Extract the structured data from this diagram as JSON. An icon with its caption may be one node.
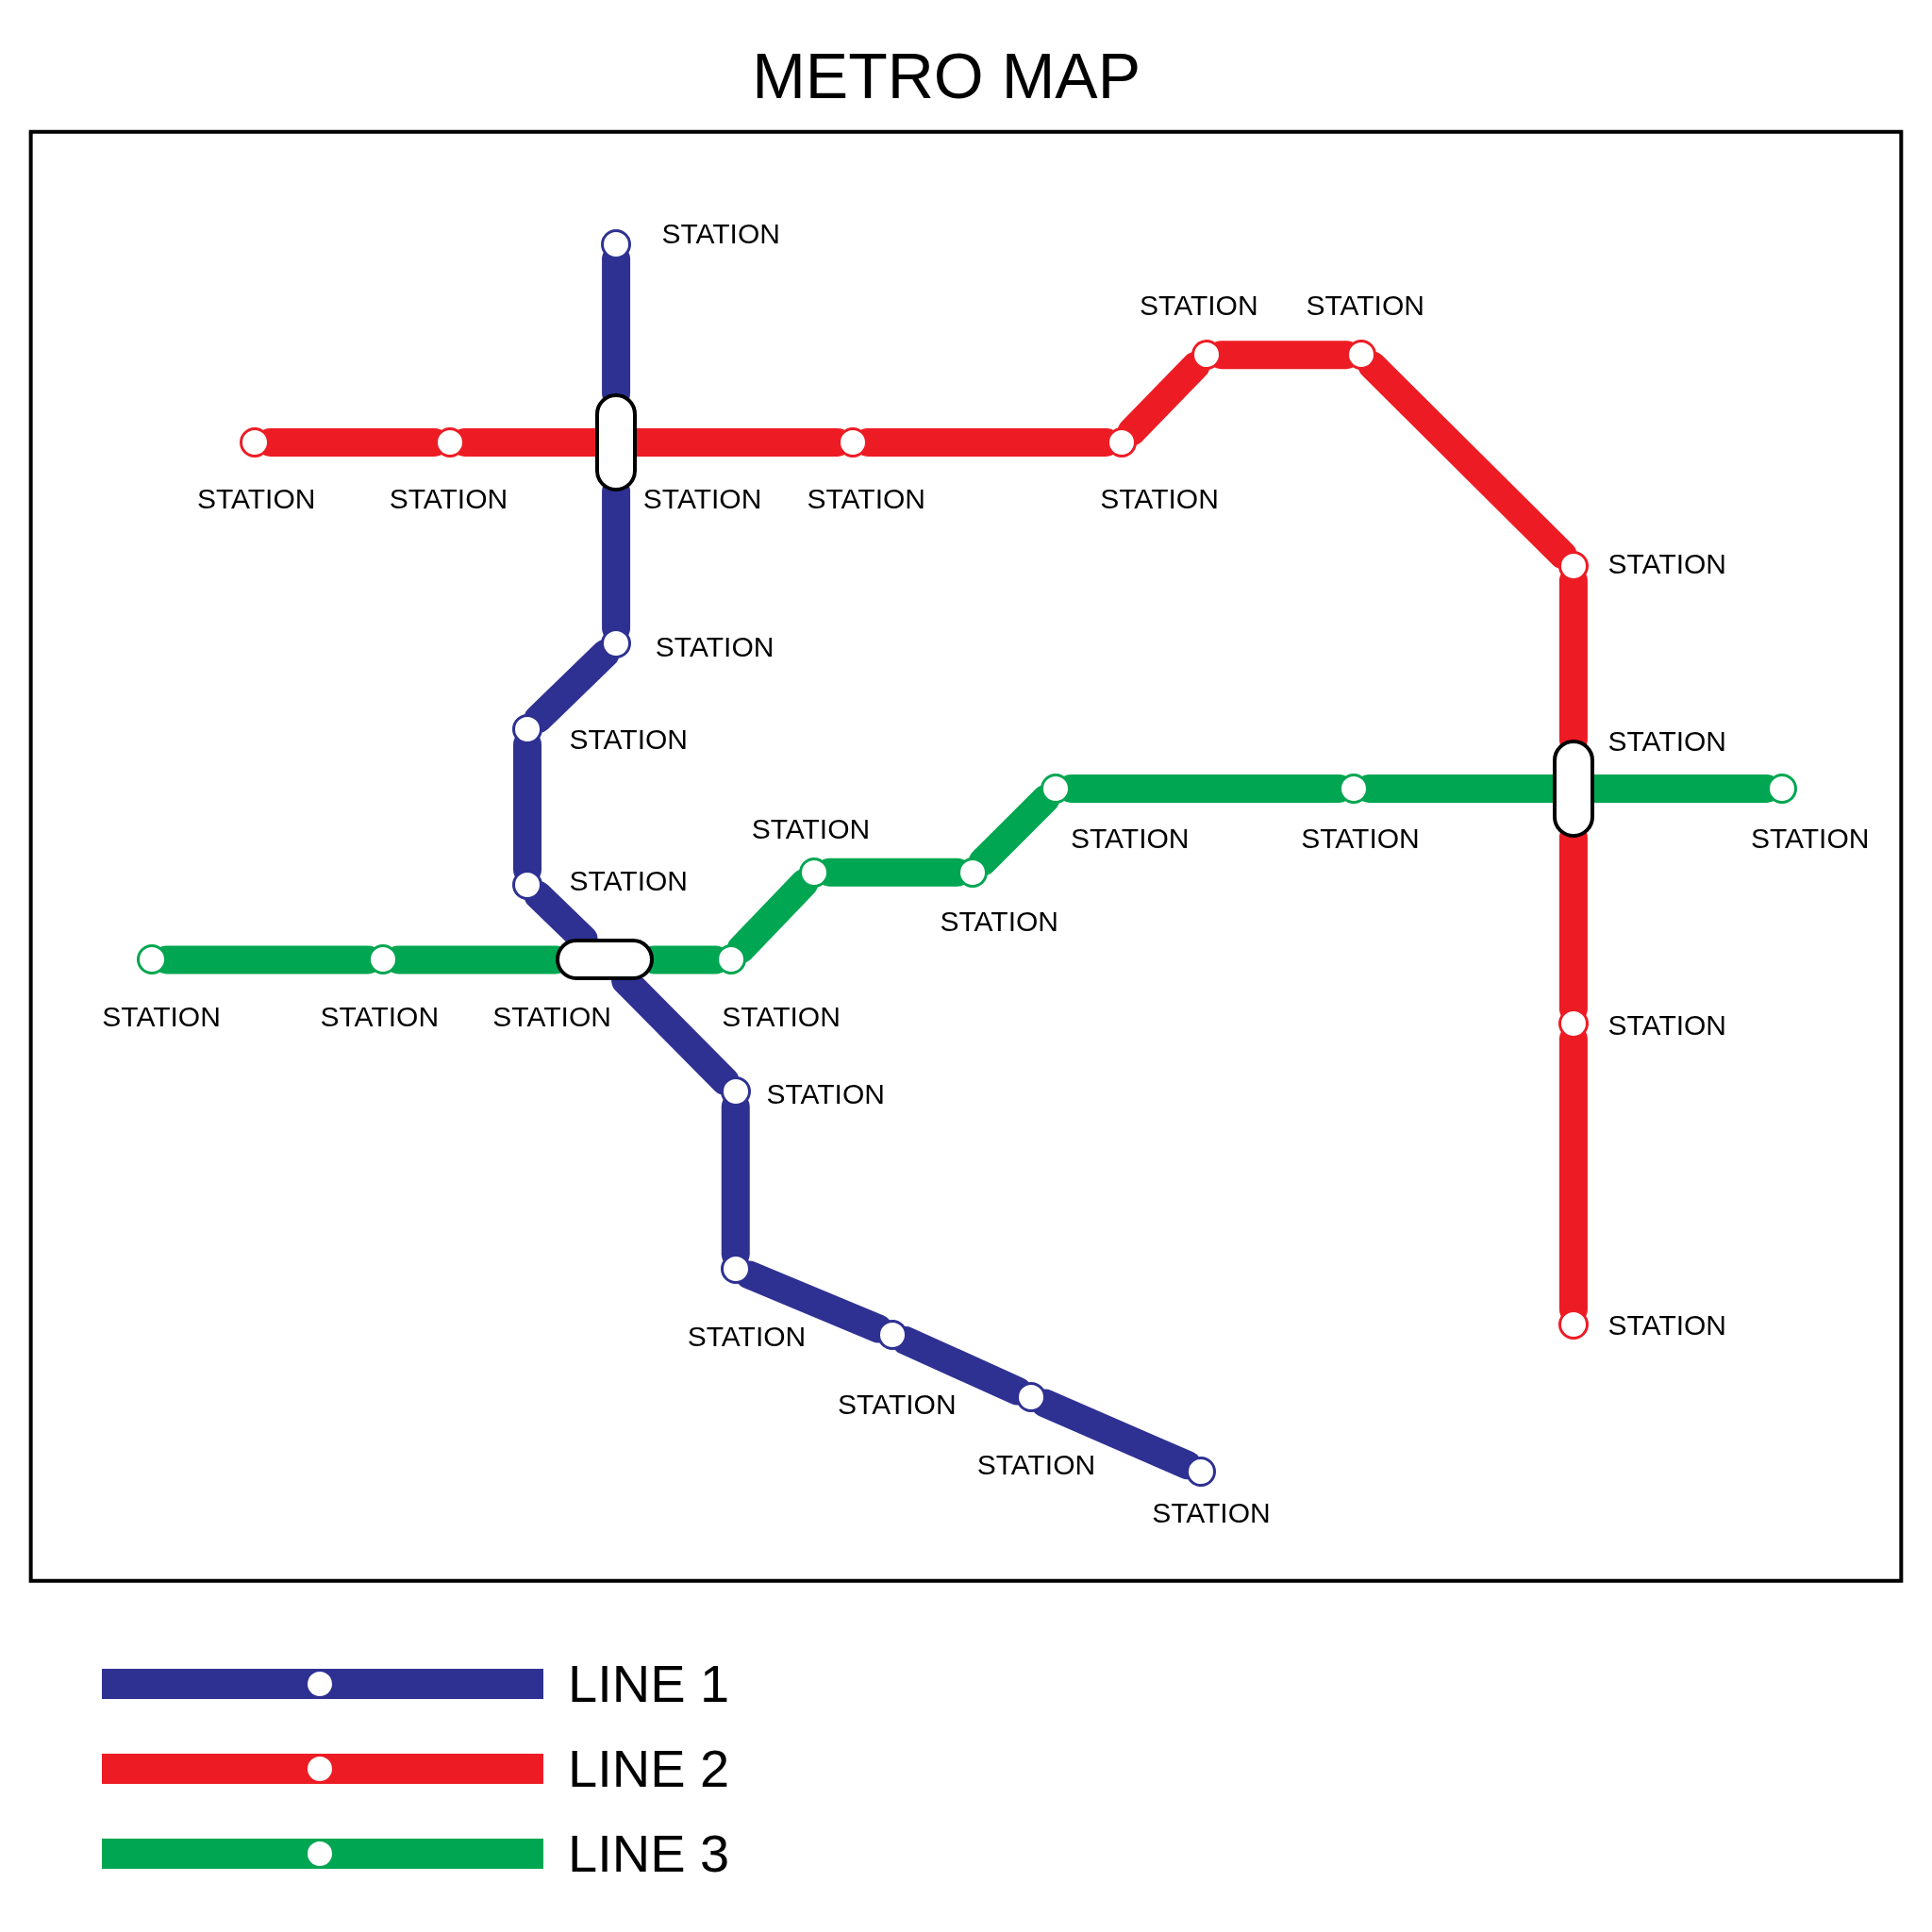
{
  "diagram": {
    "title": "METRO MAP",
    "nodes": [
      {
        "text": [],
        "shape": "circle",
        "beside": [
          "STATION"
        ]
      },
      {
        "text": [],
        "shape": "capsule",
        "beside": [
          "STATION"
        ]
      },
      {
        "text": [],
        "shape": "circle",
        "beside": [
          "STATION"
        ]
      },
      {
        "text": [],
        "shape": "circle",
        "beside": [
          "STATION"
        ]
      },
      {
        "text": [],
        "shape": "circle",
        "beside": [
          "STATION"
        ]
      },
      {
        "text": [],
        "shape": "capsule",
        "beside": [
          "STATION"
        ]
      },
      {
        "text": [],
        "shape": "circle",
        "beside": [
          "STATION"
        ]
      },
      {
        "text": [],
        "shape": "circle",
        "beside": [
          "STATION"
        ]
      },
      {
        "text": [],
        "shape": "circle",
        "beside": [
          "STATION"
        ]
      },
      {
        "text": [],
        "shape": "circle",
        "beside": [
          "STATION"
        ]
      },
      {
        "text": [],
        "shape": "circle",
        "beside": [
          "STATION"
        ]
      },
      {
        "text": [],
        "shape": "circle",
        "beside": [
          "STATION"
        ]
      },
      {
        "text": [],
        "shape": "circle",
        "beside": [
          "STATION"
        ]
      },
      {
        "text": [],
        "shape": "circle",
        "beside": [
          "STATION"
        ]
      },
      {
        "text": [],
        "shape": "circle",
        "beside": [
          "STATION"
        ]
      },
      {
        "text": [],
        "shape": "circle",
        "beside": [
          "STATION"
        ]
      },
      {
        "text": [],
        "shape": "circle",
        "beside": [
          "STATION"
        ]
      },
      {
        "text": [],
        "shape": "circle",
        "beside": [
          "STATION"
        ]
      },
      {
        "text": [],
        "shape": "capsule",
        "beside": [
          "STATION"
        ]
      },
      {
        "text": [],
        "shape": "circle",
        "beside": [
          "STATION"
        ]
      },
      {
        "text": [],
        "shape": "circle",
        "beside": [
          "STATION"
        ]
      },
      {
        "text": [],
        "shape": "circle",
        "beside": [
          "STATION"
        ]
      },
      {
        "text": [],
        "shape": "circle",
        "beside": [
          "STATION"
        ]
      },
      {
        "text": [],
        "shape": "circle",
        "beside": [
          "STATION"
        ]
      },
      {
        "text": [],
        "shape": "circle",
        "beside": [
          "STATION"
        ]
      },
      {
        "text": [],
        "shape": "circle",
        "beside": [
          "STATION"
        ]
      },
      {
        "text": [],
        "shape": "circle",
        "beside": [
          "STATION"
        ]
      },
      {
        "text": [],
        "shape": "circle",
        "beside": [
          "STATION"
        ]
      },
      {
        "text": [],
        "shape": "circle",
        "beside": [
          "STATION"
        ]
      }
    ],
    "edges": [
      {
        "from": 0,
        "to": 1,
        "arrow": "none",
        "color": "#2e3192"
      },
      {
        "from": 1,
        "to": 2,
        "arrow": "none",
        "color": "#2e3192"
      },
      {
        "from": 2,
        "to": 3,
        "arrow": "none",
        "color": "#2e3192"
      },
      {
        "from": 3,
        "to": 4,
        "arrow": "none",
        "color": "#2e3192"
      },
      {
        "from": 4,
        "to": 5,
        "arrow": "none",
        "color": "#2e3192"
      },
      {
        "from": 5,
        "to": 6,
        "arrow": "none",
        "color": "#2e3192"
      },
      {
        "from": 6,
        "to": 7,
        "arrow": "none",
        "color": "#2e3192"
      },
      {
        "from": 7,
        "to": 8,
        "arrow": "none",
        "color": "#2e3192"
      },
      {
        "from": 8,
        "to": 9,
        "arrow": "none",
        "color": "#2e3192"
      },
      {
        "from": 9,
        "to": 10,
        "arrow": "none",
        "color": "#2e3192"
      },
      {
        "from": 11,
        "to": 12,
        "arrow": "none",
        "color": "#ed1c24"
      },
      {
        "from": 12,
        "to": 1,
        "arrow": "none",
        "color": "#ed1c24"
      },
      {
        "from": 1,
        "to": 13,
        "arrow": "none",
        "color": "#ed1c24"
      },
      {
        "from": 13,
        "to": 14,
        "arrow": "none",
        "color": "#ed1c24"
      },
      {
        "from": 14,
        "to": 15,
        "arrow": "none",
        "color": "#ed1c24"
      },
      {
        "from": 15,
        "to": 16,
        "arrow": "none",
        "color": "#ed1c24"
      },
      {
        "from": 16,
        "to": 17,
        "arrow": "none",
        "color": "#ed1c24"
      },
      {
        "from": 17,
        "to": 18,
        "arrow": "none",
        "color": "#ed1c24"
      },
      {
        "from": 18,
        "to": 19,
        "arrow": "none",
        "color": "#ed1c24"
      },
      {
        "from": 19,
        "to": 20,
        "arrow": "none",
        "color": "#ed1c24"
      },
      {
        "from": 21,
        "to": 22,
        "arrow": "none",
        "color": "#00a651"
      },
      {
        "from": 22,
        "to": 5,
        "arrow": "none",
        "color": "#00a651"
      },
      {
        "from": 5,
        "to": 23,
        "arrow": "none",
        "color": "#00a651"
      },
      {
        "from": 23,
        "to": 24,
        "arrow": "none",
        "color": "#00a651"
      },
      {
        "from": 24,
        "to": 25,
        "arrow": "none",
        "color": "#00a651"
      },
      {
        "from": 25,
        "to": 26,
        "arrow": "none",
        "color": "#00a651"
      },
      {
        "from": 26,
        "to": 27,
        "arrow": "none",
        "color": "#00a651"
      },
      {
        "from": 27,
        "to": 18,
        "arrow": "none",
        "color": "#00a651"
      },
      {
        "from": 18,
        "to": 28,
        "arrow": "none",
        "color": "#00a651"
      }
    ],
    "legend": [
      {
        "text": "LINE 1",
        "color": "#2e3192"
      },
      {
        "text": "LINE 2",
        "color": "#ed1c24"
      },
      {
        "text": "LINE 3",
        "color": "#00a651"
      }
    ]
  }
}
